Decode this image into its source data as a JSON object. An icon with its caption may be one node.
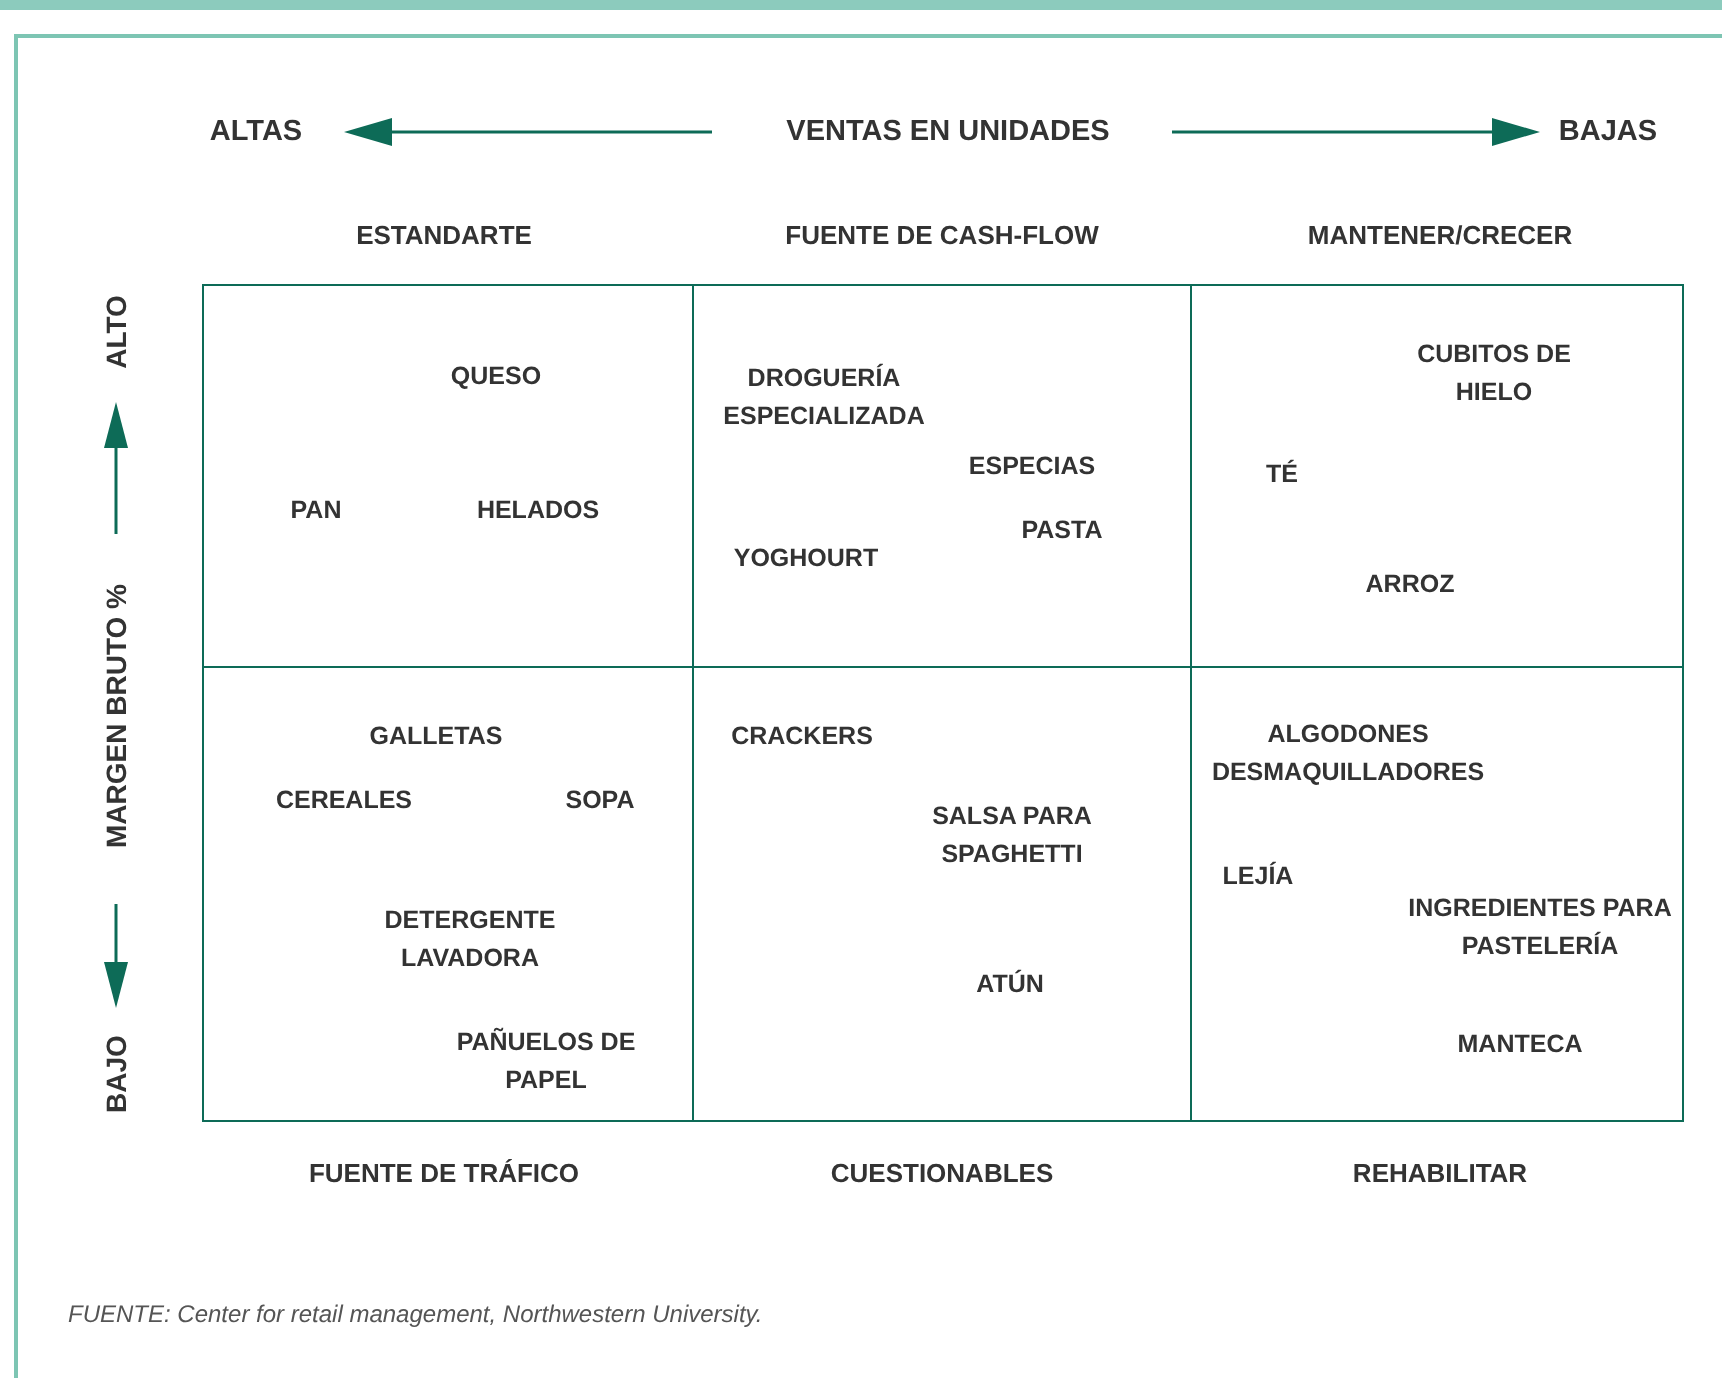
{
  "diagram": {
    "caption": "FUENTE: Center for retail management, Northwestern University.",
    "nodes": [
      {
        "text": [
          "QUESO",
          "PAN",
          "HELADOS"
        ]
      },
      {
        "text": [
          "DROGUERÍA ESPECIALIZADA",
          "ESPECIAS",
          "PASTA",
          "YOGHOURT"
        ]
      },
      {
        "text": [
          "CUBITOS DE HIELO",
          "TÉ",
          "ARROZ"
        ]
      },
      {
        "text": [
          "GALLETAS",
          "CEREALES",
          "SOPA",
          "DETERGENTE LAVADORA",
          "PAÑUELOS DE PAPEL"
        ]
      },
      {
        "text": [
          "CRACKERS",
          "SALSA PARA SPAGHETTI",
          "ATÚN"
        ]
      },
      {
        "text": [
          "ALGODONES DESMAQUILLADORES",
          "LEJÍA",
          "INGREDIENTES PARA PASTELERÍA",
          "MANTECA"
        ]
      }
    ],
    "labels": [
      "ALTAS",
      "VENTAS EN UNIDADES",
      "BAJAS",
      "ESTANDARTE",
      "FUENTE DE CASH-FLOW",
      "MANTENER/CRECER",
      "ALTO",
      "MARGEN BRUTO %",
      "BAJO",
      "FUENTE DE TRÁFICO",
      "CUESTIONABLES",
      "REHABILITAR"
    ]
  }
}
